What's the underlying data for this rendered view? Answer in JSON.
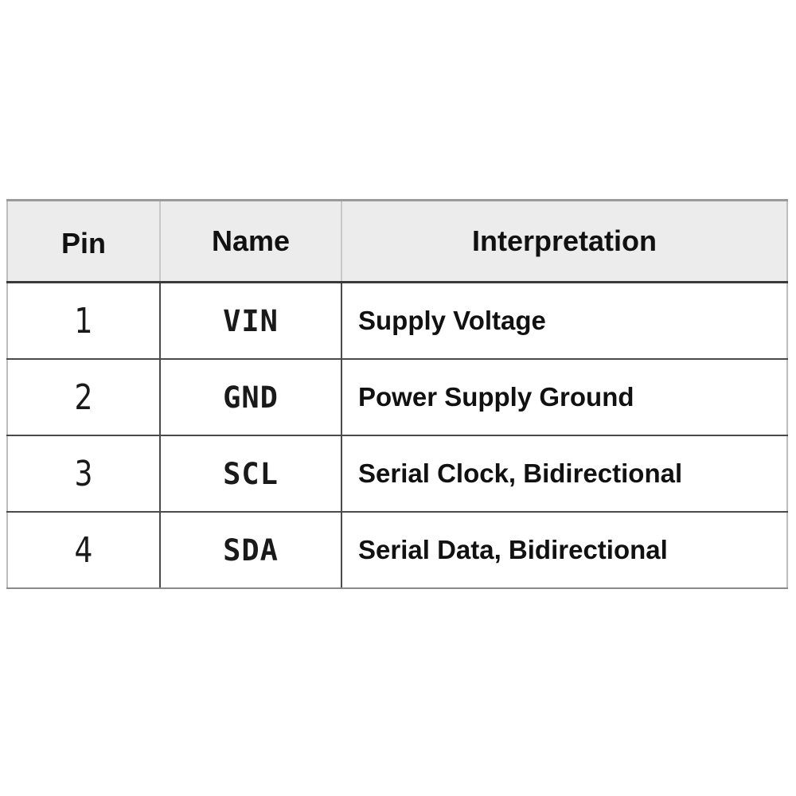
{
  "table": {
    "headers": {
      "pin": "Pin",
      "name": "Name",
      "interpretation": "Interpretation"
    },
    "rows": [
      {
        "pin": "1",
        "name": "VIN",
        "interpretation": "Supply Voltage"
      },
      {
        "pin": "2",
        "name": "GND",
        "interpretation": "Power Supply Ground"
      },
      {
        "pin": "3",
        "name": "SCL",
        "interpretation": "Serial Clock, Bidirectional"
      },
      {
        "pin": "4",
        "name": "SDA",
        "interpretation": "Serial Data, Bidirectional"
      }
    ]
  }
}
